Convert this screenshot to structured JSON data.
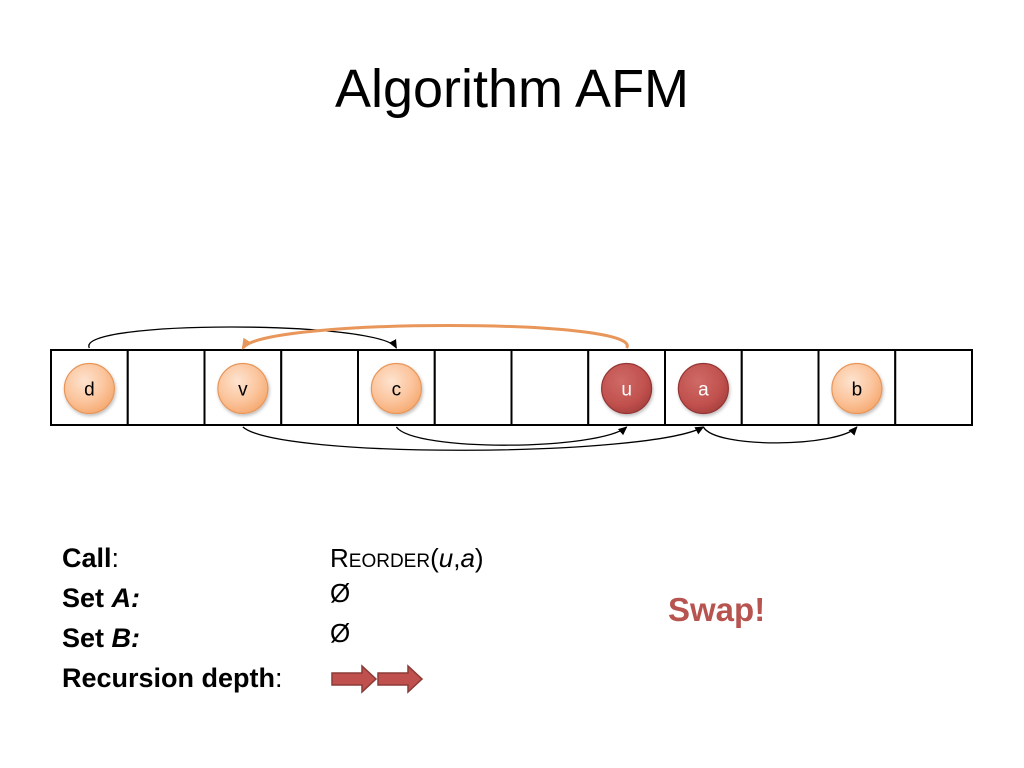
{
  "title": "Algorithm AFM",
  "colors": {
    "node_light_fill": "#fbc7a0",
    "node_light_stroke": "#e8965a",
    "node_dark_fill": "#c0504d",
    "node_dark_stroke": "#943634",
    "highlight_arc": "#e8965a",
    "swap_text": "#b85450",
    "arrow_fill": "#c0504d"
  },
  "diagram": {
    "cell_count": 12,
    "nodes": [
      {
        "label": "d",
        "cell": 0,
        "style": "light"
      },
      {
        "label": "v",
        "cell": 2,
        "style": "light"
      },
      {
        "label": "c",
        "cell": 4,
        "style": "light"
      },
      {
        "label": "u",
        "cell": 7,
        "style": "dark"
      },
      {
        "label": "a",
        "cell": 8,
        "style": "dark"
      },
      {
        "label": "b",
        "cell": 10,
        "style": "light"
      }
    ],
    "edges": [
      {
        "from": "d",
        "to": "c",
        "side": "top",
        "color": "black"
      },
      {
        "from": "u",
        "to": "v",
        "side": "top",
        "color": "orange"
      },
      {
        "from": "v",
        "to": "a",
        "side": "bottom",
        "color": "black"
      },
      {
        "from": "c",
        "to": "u",
        "side": "bottom",
        "color": "black"
      },
      {
        "from": "a",
        "to": "b",
        "side": "bottom",
        "color": "black"
      }
    ]
  },
  "info": {
    "call_label": "Call",
    "set_a_label_prefix": "Set ",
    "set_a_label_var": "A:",
    "set_b_label_prefix": "Set ",
    "set_b_label_var": "B:",
    "depth_label": "Recursion depth",
    "colon": ":",
    "call_value_first": "R",
    "call_value_rest": "EORDER",
    "call_open": "(",
    "call_arg1": "u",
    "call_sep": ",",
    "call_arg2": "a",
    "call_close": ")",
    "set_a_value": "Ø",
    "set_b_value": "Ø",
    "recursion_depth": 2
  },
  "swap_text": "Swap!"
}
